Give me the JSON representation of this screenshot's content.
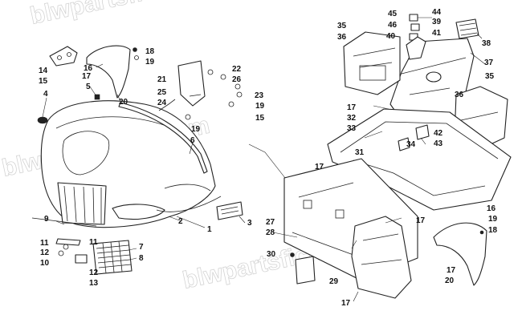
{
  "watermark": {
    "line1": "blwpartsfiche.com",
    "line2": "blwpartsfiche.com",
    "line3": "blwpartsfiche.com"
  },
  "callouts": [
    "1",
    "2",
    "3",
    "4",
    "5",
    "6",
    "7",
    "8",
    "9",
    "10",
    "11",
    "12",
    "13",
    "14",
    "15",
    "16",
    "17",
    "18",
    "19",
    "20",
    "21",
    "22",
    "23",
    "24",
    "25",
    "26",
    "27",
    "28",
    "29",
    "30",
    "31",
    "32",
    "33",
    "34",
    "35",
    "36",
    "37",
    "38",
    "39",
    "40",
    "41",
    "42",
    "43",
    "44",
    "45",
    "46"
  ]
}
